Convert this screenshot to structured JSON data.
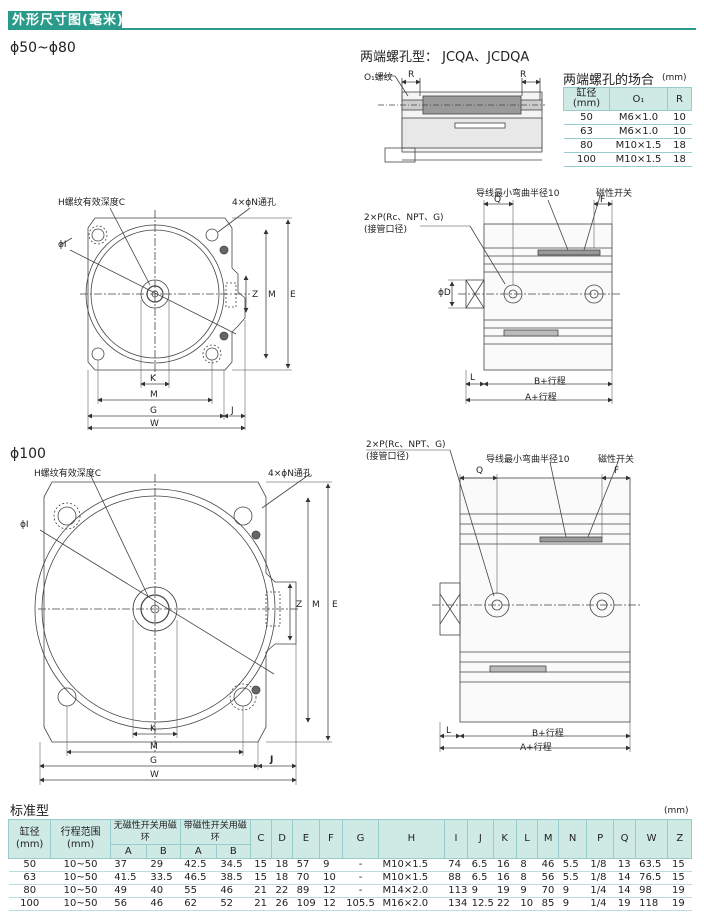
{
  "header": {
    "title": "外形尺寸图(毫米)"
  },
  "section1": {
    "label": "ϕ50~ϕ80"
  },
  "section2": {
    "label": "ϕ100"
  },
  "both_ends": {
    "title": "两端螺孔型：  JCQA、JCDQA",
    "o_label": "O₁螺纹",
    "r_label": "R",
    "table_title": "两端螺孔的场合",
    "table_unit": "(mm)",
    "columns": [
      "缸径\n(mm)",
      "O₁",
      "R"
    ],
    "rows": [
      [
        "50",
        "M6×1.0",
        "10"
      ],
      [
        "63",
        "M6×1.0",
        "10"
      ],
      [
        "80",
        "M10×1.5",
        "18"
      ],
      [
        "100",
        "M10×1.5",
        "18"
      ]
    ]
  },
  "drawing_labels": {
    "h_thread": "H螺纹有效深度C",
    "n_hole_1": "4×ϕN通孔",
    "n_hole_2": "4×ϕN通孔",
    "port": "2×P(Rc、NPT、G)",
    "port_sub": "(接管口径)",
    "wire": "导线最小弯曲半径10",
    "switch": "磁性开关",
    "phi_i": "ϕI",
    "phi_d": "ϕD",
    "dims": {
      "K": "K",
      "M": "M",
      "G": "G",
      "W": "W",
      "J": "J",
      "Z": "Z",
      "E": "E",
      "Q": "Q",
      "F": "F",
      "L": "L",
      "BS": "B+行程",
      "AS": "A+行程"
    }
  },
  "standard": {
    "title": "标准型",
    "unit": "(mm)",
    "head1": [
      "缸径\n(mm)",
      "行程范围\n(mm)",
      "无磁性开关用磁环",
      "带磁性开关用磁环",
      "C",
      "D",
      "E",
      "F",
      "G",
      "H",
      "I",
      "J",
      "K",
      "L",
      "M",
      "N",
      "P",
      "Q",
      "W",
      "Z"
    ],
    "head2": [
      "A",
      "B",
      "A",
      "B"
    ],
    "rows": [
      [
        "50",
        "10~50",
        "37",
        "29",
        "42.5",
        "34.5",
        "15",
        "18",
        "57",
        "9",
        "-",
        "M10×1.5",
        "74",
        "6.5",
        "16",
        "8",
        "46",
        "5.5",
        "1/8",
        "13",
        "63.5",
        "15"
      ],
      [
        "63",
        "10~50",
        "41.5",
        "33.5",
        "46.5",
        "38.5",
        "15",
        "18",
        "70",
        "10",
        "-",
        "M10×1.5",
        "88",
        "6.5",
        "16",
        "8",
        "56",
        "5.5",
        "1/8",
        "14",
        "76.5",
        "15"
      ],
      [
        "80",
        "10~50",
        "49",
        "40",
        "55",
        "46",
        "21",
        "22",
        "89",
        "12",
        "-",
        "M14×2.0",
        "113",
        "9",
        "19",
        "9",
        "70",
        "9",
        "1/4",
        "14",
        "98",
        "19"
      ],
      [
        "100",
        "10~50",
        "56",
        "46",
        "62",
        "52",
        "21",
        "26",
        "109",
        "12",
        "105.5",
        "M16×2.0",
        "134",
        "12.5",
        "22",
        "10",
        "85",
        "9",
        "1/4",
        "19",
        "118",
        "19"
      ]
    ]
  }
}
